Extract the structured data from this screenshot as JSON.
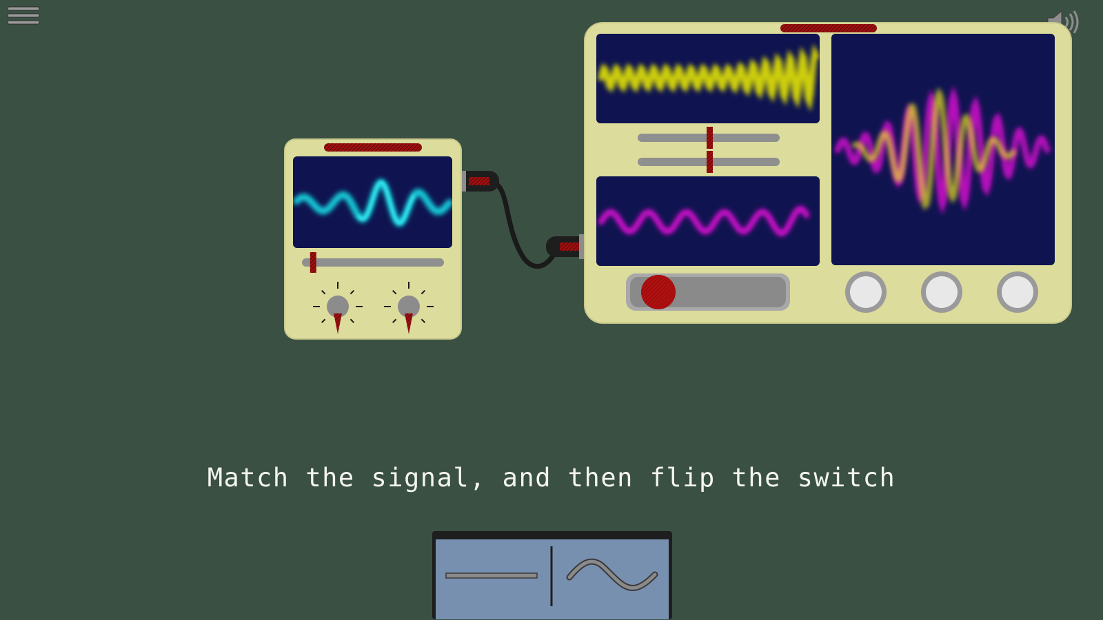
{
  "instruction": "Match the signal, and then flip the switch",
  "icons": {
    "menu": "hamburger-menu-icon",
    "sound": "speaker-icon",
    "flat_line": "flat-line-icon",
    "sine_wave": "sine-wave-icon"
  },
  "colors": {
    "background": "#3a5043",
    "device_body": "#dcdc9c",
    "screen": "#0f1450",
    "accent_red": "#9a1010",
    "wave_source": "#18e0e8",
    "wave_target_a": "#f0f000",
    "wave_target_b": "#f010e0",
    "slider_track": "#8f8f8f",
    "selector_panel": "#7890b0"
  },
  "controls": {
    "source_slider_value": 0.06,
    "target_slider_top_value": 0.5,
    "target_slider_bottom_value": 0.5,
    "switch_on": false,
    "knob_count": 2,
    "button_count": 3
  }
}
